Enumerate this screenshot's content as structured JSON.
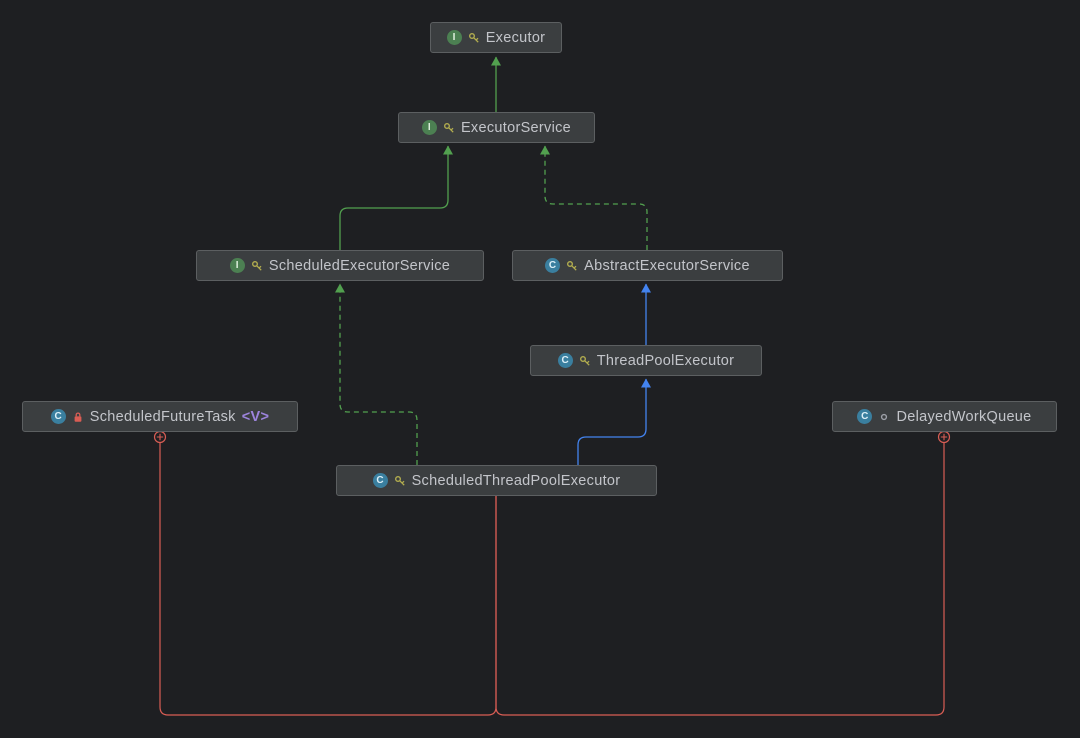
{
  "icons": {
    "interface_glyph": "I",
    "class_glyph": "C"
  },
  "colors": {
    "background": "#1e1f22",
    "node_background": "#3b3e40",
    "node_border": "#5c5f61",
    "node_text": "#c3c5ca",
    "generic_text": "#9d84dd",
    "edge_green": "#52a04f",
    "edge_blue": "#4383ef",
    "edge_red": "#d95d54"
  },
  "nodes": {
    "executor": {
      "label": "Executor",
      "kind": "interface"
    },
    "executor_service": {
      "label": "ExecutorService",
      "kind": "interface"
    },
    "scheduled_executor_service": {
      "label": "ScheduledExecutorService",
      "kind": "interface"
    },
    "abstract_executor_service": {
      "label": "AbstractExecutorService",
      "kind": "abstract-class"
    },
    "thread_pool_executor": {
      "label": "ThreadPoolExecutor",
      "kind": "class"
    },
    "scheduled_future_task": {
      "label": "ScheduledFutureTask",
      "generic": "<V>",
      "kind": "private-inner-class"
    },
    "delayed_work_queue": {
      "label": "DelayedWorkQueue",
      "kind": "inner-class"
    },
    "scheduled_thread_pool_executor": {
      "label": "ScheduledThreadPoolExecutor",
      "kind": "class"
    }
  },
  "edges": [
    {
      "from": "ExecutorService",
      "to": "Executor",
      "type": "extends",
      "style": "solid-green"
    },
    {
      "from": "ScheduledExecutorService",
      "to": "ExecutorService",
      "type": "extends",
      "style": "solid-green"
    },
    {
      "from": "AbstractExecutorService",
      "to": "ExecutorService",
      "type": "implements",
      "style": "dashed-green"
    },
    {
      "from": "ThreadPoolExecutor",
      "to": "AbstractExecutorService",
      "type": "extends",
      "style": "solid-blue"
    },
    {
      "from": "ScheduledThreadPoolExecutor",
      "to": "ScheduledExecutorService",
      "type": "implements",
      "style": "dashed-green"
    },
    {
      "from": "ScheduledThreadPoolExecutor",
      "to": "ThreadPoolExecutor",
      "type": "extends",
      "style": "solid-blue"
    },
    {
      "from": "ScheduledFutureTask<V>",
      "to": "ScheduledThreadPoolExecutor",
      "type": "inner-class",
      "style": "solid-red"
    },
    {
      "from": "DelayedWorkQueue",
      "to": "ScheduledThreadPoolExecutor",
      "type": "inner-class",
      "style": "solid-red"
    }
  ]
}
